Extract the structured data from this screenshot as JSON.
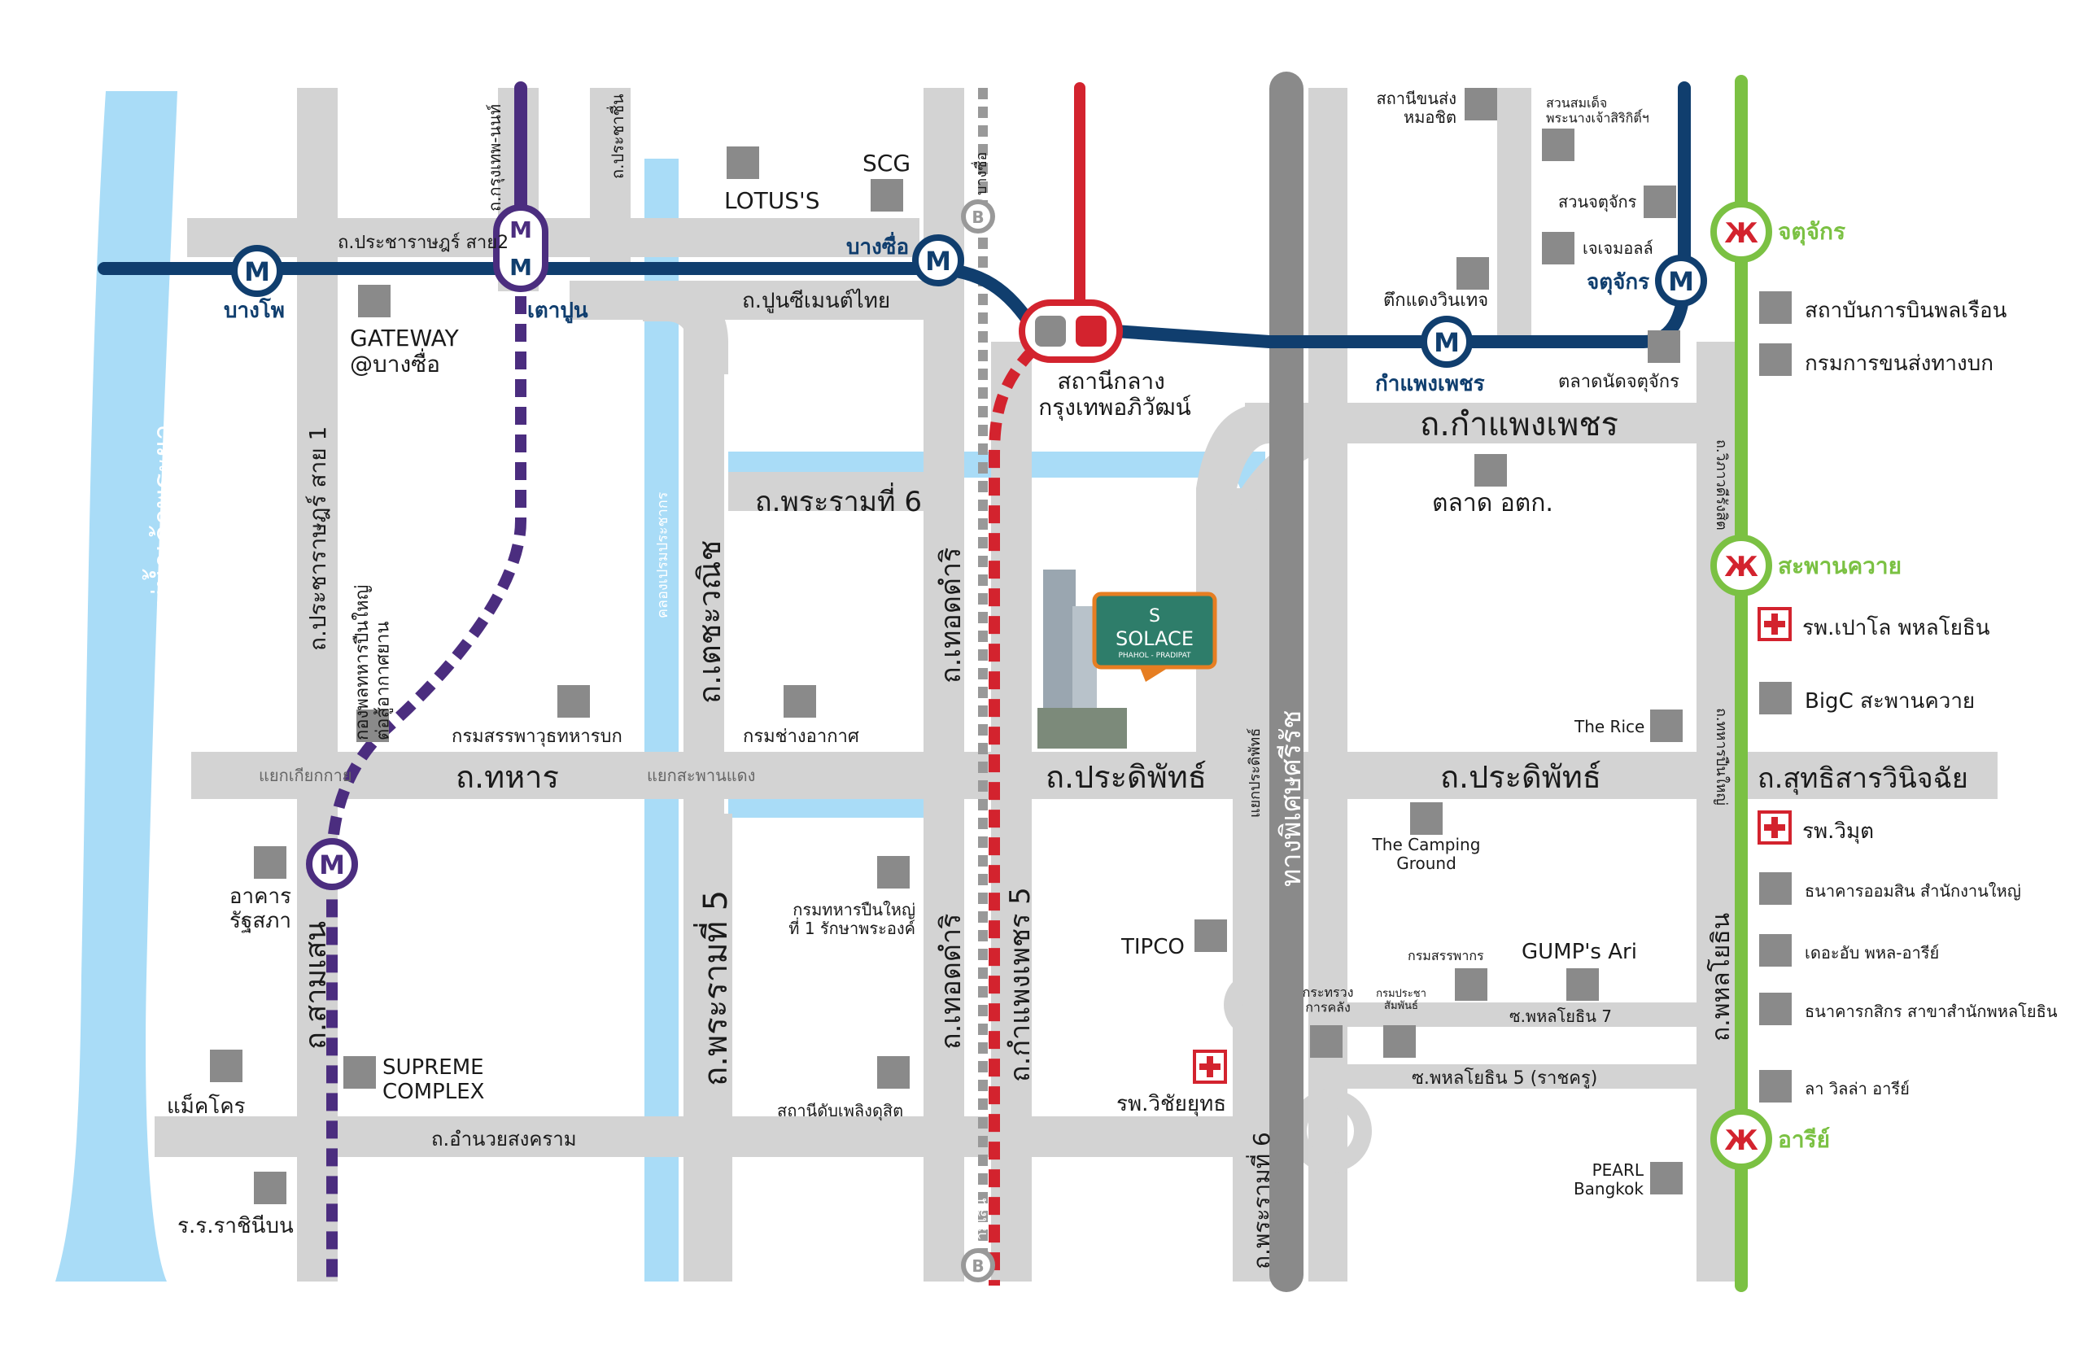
{
  "colors": {
    "road": "#d3d3d3",
    "river": "#a9dcf7",
    "mrt_blue": "#103e6e",
    "mrt_purple": "#4b2d7f",
    "srt_red": "#d3232e",
    "bts_green": "#7bc143",
    "expressway": "#8a8a8a",
    "poi": "#8a8a8a",
    "hospital": "#d3232e",
    "solace_bg": "#2e7d6a",
    "solace_border": "#e67e22"
  },
  "icons": {
    "mrt": "mrt-m-icon",
    "srt": "train-icon",
    "bts": "bts-logo-icon",
    "airport_link": "airport-link-icon",
    "poi": "square-poi-icon",
    "hospital": "red-cross-icon"
  },
  "labels": {
    "river": "แม่น้ำเจ้าพระยา",
    "canal": "คลองเปรมประชากร",
    "roads": {
      "pracharat2": "ถ.ประชาราษฎร์ สาย2",
      "krungthep_nonthaburi": "ถ.กรุงเทพ-นนท์",
      "prachachuen": "ถ.ประชาชื่น",
      "pracharat1": "ถ.ประชาราษฎร์ สาย 1",
      "siam_cement": "ถ.ปูนซีเมนต์ไทย",
      "rama6_north": "ถ.พระรามที่ 6",
      "techawanit": "ถ.เตชะวณิช",
      "thahan": "ถ.ทหาร",
      "pradiphat_west": "ถ.ประดิพัทธ์",
      "pradiphat_east": "ถ.ประดิพัทธ์",
      "kamphaeng_phet": "ถ.กำแพงเพชร",
      "kamphaeng_phet5": "ถ.กำแพงเพชร 5",
      "thoet_damri_top": "ถ.เทอดดำริ",
      "thoet_damri_bottom": "ถ.เทอดดำริ",
      "rama5": "ถ.พระรามที่ 5",
      "samsen": "ถ.สามเสน",
      "amnuay_songkhram": "ถ.อำนวยสงคราม",
      "rama6_south": "ถ.พระรามที่ 6",
      "sri_rat_expressway": "ทางพิเศษศรีรัช",
      "phahon_yothin": "ถ.พหลโยธิน",
      "sutthisan": "ถ.สุทธิสารวินิจฉัย",
      "soi_phahon7": "ซ.พหลโยธิน 7",
      "soi_phahon5": "ซ.พหลโยธิน 5 (ราชครู)",
      "vibhavadi": "ถ.วิภาวดีรังสิต",
      "kiakkai": "แยกเกียกกาย",
      "saphan_daeng": "แยกสะพานแดง",
      "pradiphat_junction": "แยกประดิพัทธ์",
      "bang_sue_rail": "บางซื่อ",
      "sam_sen_rail": "สามเสน",
      "army_road": "ถ.ทหารปืนใหญ่"
    },
    "stations": {
      "bang_pho": "บางโพ",
      "tao_poon": "เตาปูน",
      "bang_sue": "บางซื่อ",
      "krung_thep_aphiwat": "สถานีกลาง\nกรุงเทพอภิวัฒน์",
      "kamphaeng_phet": "กำแพงเพชร",
      "chatuchak_mrt": "จตุจักร",
      "chatuchak_bts": "จตุจักร",
      "saphan_khwai": "สะพานควาย",
      "ari": "อารีย์"
    },
    "pois": {
      "lotus": "LOTUS'S",
      "scg": "SCG",
      "gateway": "GATEWAY\n@บางซื่อ",
      "artillery": "กองพลทหารปืนใหญ่\nต่อสู้อากาศยาน",
      "transport_dept_military": "กรมสรรพาวุธทหารบก",
      "air_force_engineers": "กรมช่างอากาศ",
      "parliament": "อาคาร\nรัฐสภา",
      "makro": "แม็คโคร",
      "supreme": "SUPREME\nCOMPLEX",
      "rajini_bon": "ร.ร.ราชินีบน",
      "artillery_regiment": "กรมทหารปืนใหญ่\nที่ 1 รักษาพระองค์",
      "dusit_fire": "สถานีดับเพลิงดุสิต",
      "tipco": "TIPCO",
      "wichaiyut": "รพ.วิชัยยุทธ",
      "mochit_terminal": "สถานีขนส่ง\nหมอชิต",
      "queen_park": "สวนสมเด็จ\nพระนางเจ้าสิริกิติ์ฯ",
      "chatuchak_park": "สวนจตุจักร",
      "jj_mall": "เจเจมอลล์",
      "tuek_daeng": "ตึกแดงวินเทจ",
      "chatuchak_market": "ตลาดนัดจตุจักร",
      "aviation_institute": "สถาบันการบินพลเรือน",
      "land_transport": "กรมการขนส่งทางบก",
      "or_tor_kor": "ตลาด อตก.",
      "paolo": "รพ.เปาโล พหลโยธิน",
      "bigc": "BigC สะพานควาย",
      "the_rice": "The Rice",
      "camping_ground": "The Camping\nGround",
      "vimut": "รพ.วิมุต",
      "gsb": "ธนาคารออมสิน สำนักงานใหญ่",
      "the_ub": "เดอะอับ พหล-อารีย์",
      "kbank": "ธนาคารกสิกร สาขาสำนักพหลโยธิน",
      "la_villa": "ลา วิลล่า อารีย์",
      "pearl": "PEARL\nBangkok",
      "excise": "กรมสรรพากร",
      "gumps": "GUMP's Ari",
      "finance_ministry": "กระทรวง\nการคลัง",
      "public_relations": "กรมประชา\nสัมพันธ์"
    },
    "project": {
      "name": "SOLACE",
      "tagline": "PHAHOL - PRADIPAT",
      "logo_letter": "S"
    }
  }
}
